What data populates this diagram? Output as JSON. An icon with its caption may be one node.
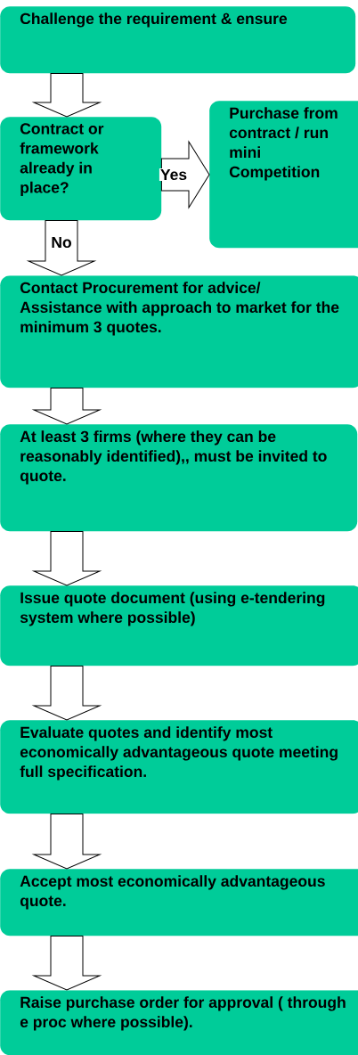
{
  "diagram": {
    "nodes": [
      {
        "text": [
          "Challenge the requirement & ensure"
        ]
      },
      {
        "text": [
          "Contract or framework already in place?"
        ]
      },
      {
        "text": [
          "Purchase from contract / run mini Competition"
        ]
      },
      {
        "text": [
          "Contact Procurement for advice/ Assistance with approach to market for the minimum 3 quotes."
        ]
      },
      {
        "text": [
          "At least 3 firms (where they can be reasonably identified),, must be invited to quote."
        ]
      },
      {
        "text": [
          "Issue quote document (using e-tendering system where possible)"
        ]
      },
      {
        "text": [
          "Evaluate quotes and identify most economically advantageous quote meeting full specification."
        ]
      },
      {
        "text": [
          "Accept most economically advantageous quote."
        ]
      },
      {
        "text": [
          "Raise purchase order for approval ( through e proc where possible)."
        ]
      }
    ],
    "edges": [
      {
        "from": 0,
        "to": 1,
        "arrow": "to"
      },
      {
        "from": 1,
        "to": 2,
        "arrow": "to",
        "label": "Yes"
      },
      {
        "from": 1,
        "to": 3,
        "arrow": "to",
        "label": "No"
      },
      {
        "from": 3,
        "to": 4,
        "arrow": "to"
      },
      {
        "from": 4,
        "to": 5,
        "arrow": "to"
      },
      {
        "from": 5,
        "to": 6,
        "arrow": "to"
      },
      {
        "from": 6,
        "to": 7,
        "arrow": "to"
      },
      {
        "from": 7,
        "to": 8,
        "arrow": "to"
      }
    ]
  }
}
